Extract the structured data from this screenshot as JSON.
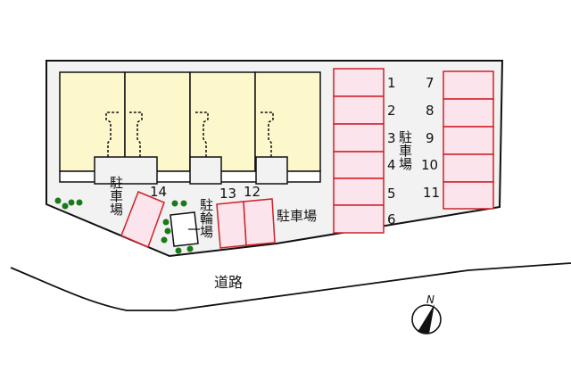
{
  "site_plan": {
    "colors": {
      "lot_fill": "#f2f2f2",
      "building_fill": "#fdf8cc",
      "parking_fill": "#fce4ec",
      "parking_stroke": "#d0202a",
      "tree": "#1a7a1a",
      "line": "#111111"
    },
    "labels": {
      "parking_left": "駐車場",
      "parking_center": "駐車場",
      "parking_right": "駐車場",
      "bicycle_parking": "駐輪場",
      "road": "道路",
      "north": "N"
    },
    "parking_spaces": {
      "left_column": [
        "1",
        "2",
        "3",
        "4",
        "5",
        "6"
      ],
      "right_column": [
        "7",
        "8",
        "9",
        "10",
        "11"
      ],
      "angled": [
        "14"
      ],
      "center": [
        "13",
        "12"
      ]
    },
    "buildings": {
      "unit_count": 4
    }
  }
}
